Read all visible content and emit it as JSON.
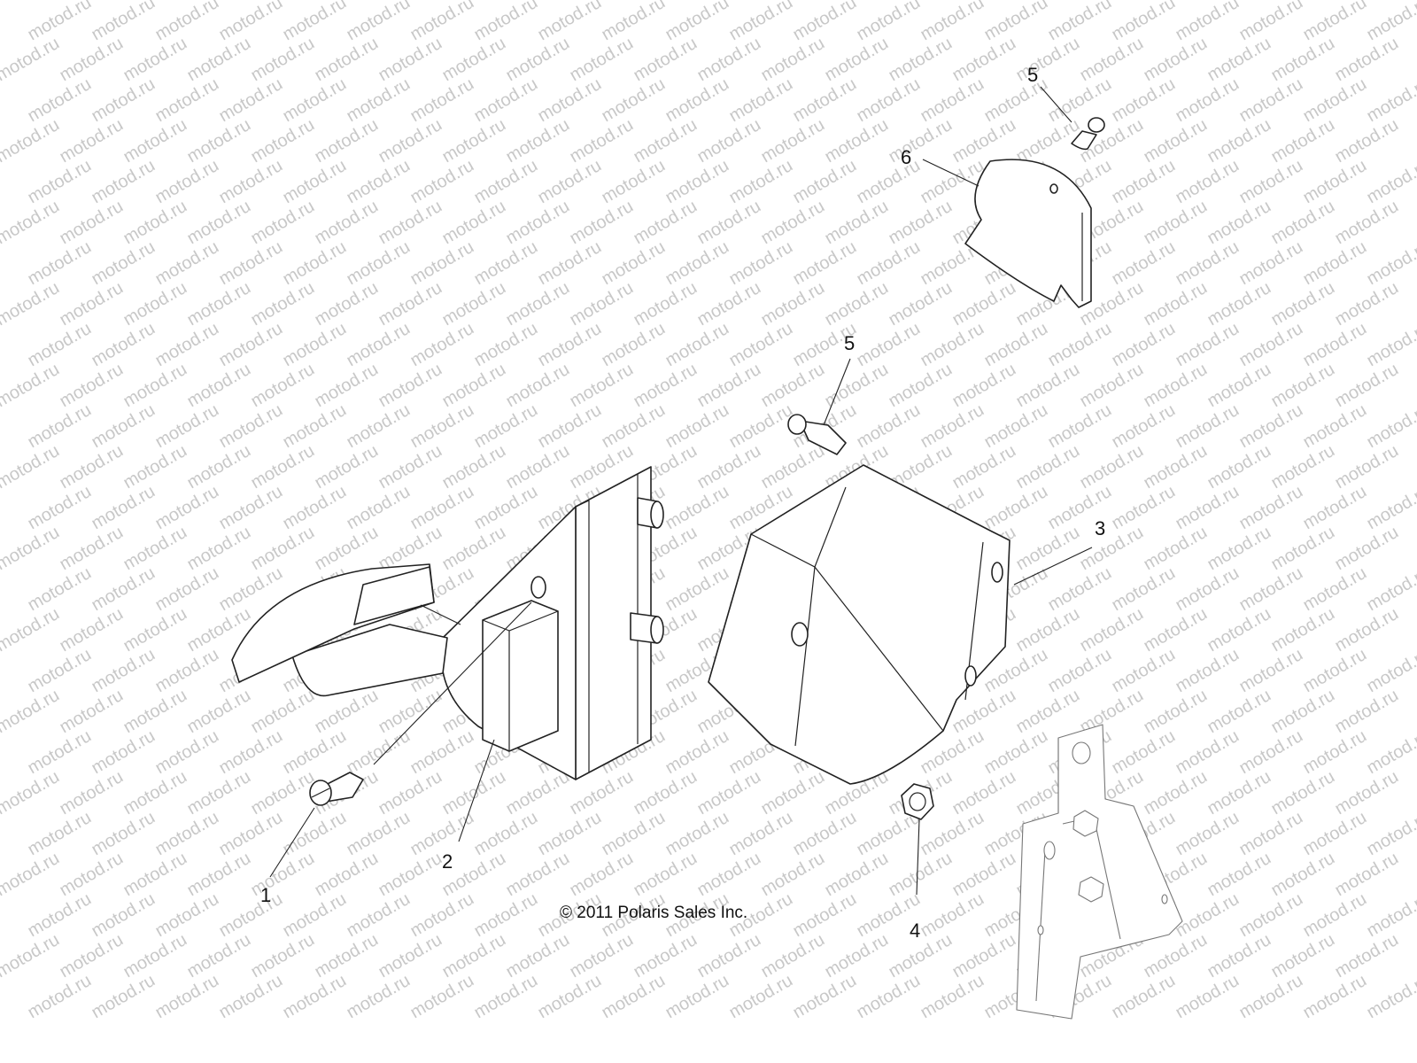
{
  "watermark": "motod.ru",
  "copyright": "© 2011 Polaris Sales Inc.",
  "callouts": {
    "c1": "1",
    "c2": "2",
    "c3": "3",
    "c4": "4",
    "c5_top": "5",
    "c5_mid": "5",
    "c6": "6"
  }
}
